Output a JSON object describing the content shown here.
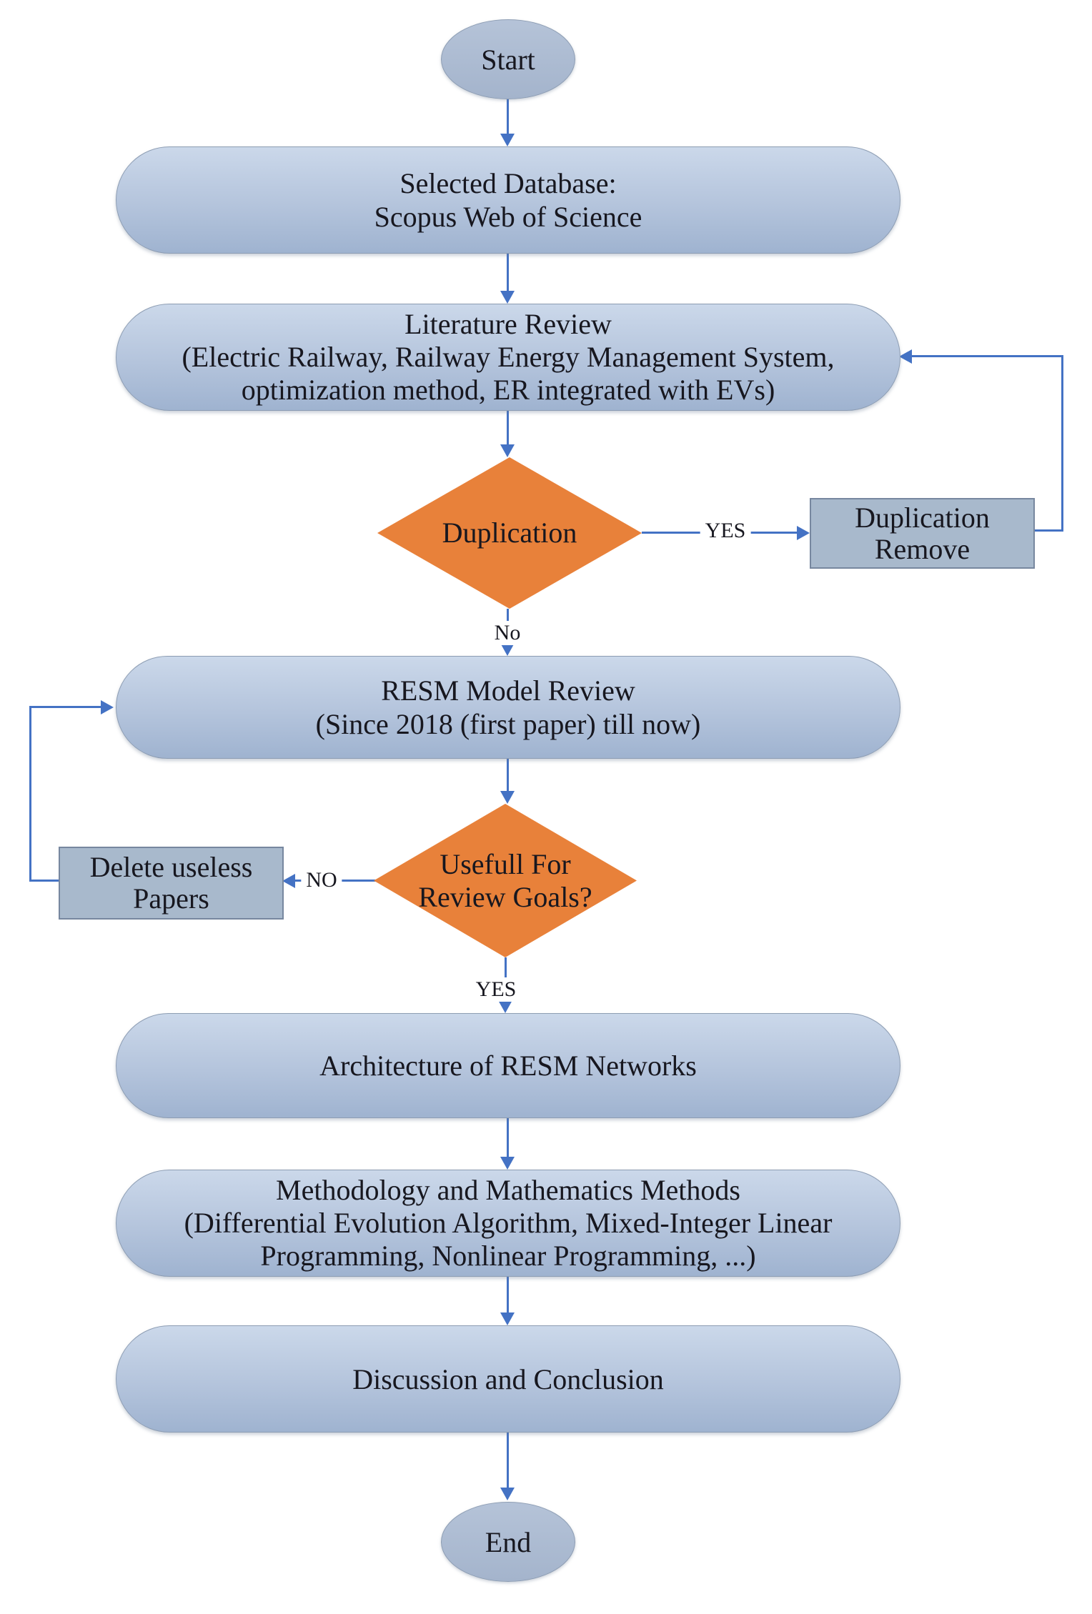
{
  "colors": {
    "page_bg": "#ffffff",
    "node_fill_top": "#cbd8ea",
    "node_fill_bottom": "#9fb3d0",
    "node_border": "#8d9db3",
    "ellipse_fill_top": "#b5c3d8",
    "ellipse_fill_bottom": "#a4b4cc",
    "rect_fill": "#a8b9cc",
    "rect_border": "#77879f",
    "diamond_fill": "#e8813a",
    "arrow_color": "#4472c4",
    "text_color": "#17171f"
  },
  "nodes": {
    "start": {
      "lines": [
        "Start"
      ]
    },
    "selected_database": {
      "lines": [
        "Selected Database:",
        "Scopus Web of Science"
      ]
    },
    "literature_review": {
      "lines": [
        "Literature Review",
        "(Electric Railway, Railway Energy Management System,",
        "optimization method, ER integrated with EVs)"
      ]
    },
    "duplication": {
      "lines": [
        "Duplication"
      ]
    },
    "duplication_remove": {
      "lines": [
        "Duplication",
        "Remove"
      ]
    },
    "resm_model_review": {
      "lines": [
        "RESM Model Review",
        "(Since 2018 (first paper) till now)"
      ]
    },
    "useful_for_review_goals": {
      "lines": [
        "Usefull For",
        "Review Goals?"
      ]
    },
    "delete_useless_papers": {
      "lines": [
        "Delete useless",
        "Papers"
      ]
    },
    "architecture_resm_networks": {
      "lines": [
        "Architecture of RESM Networks"
      ]
    },
    "methodology_methods": {
      "lines": [
        "Methodology and Mathematics Methods",
        "(Differential Evolution Algorithm, Mixed-Integer Linear",
        "Programming, Nonlinear Programming, ...)"
      ]
    },
    "discussion_conclusion": {
      "lines": [
        "Discussion and Conclusion"
      ]
    },
    "end": {
      "lines": [
        "End"
      ]
    }
  },
  "edge_labels": {
    "duplication_yes": "YES",
    "duplication_no": "No",
    "useful_no": "NO",
    "useful_yes": "YES"
  }
}
